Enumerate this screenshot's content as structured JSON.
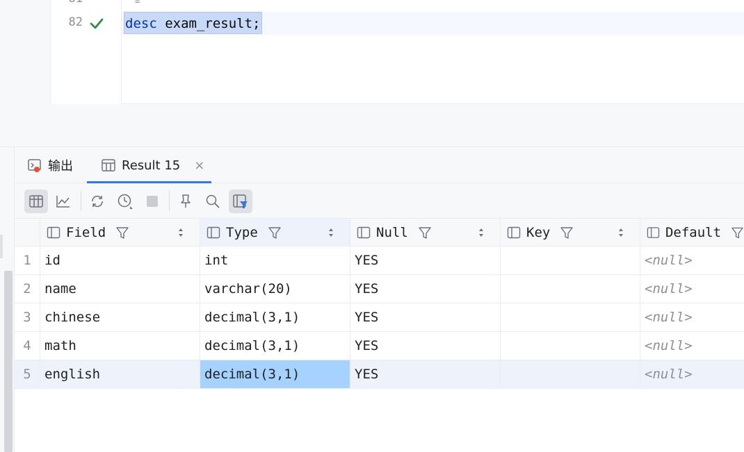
{
  "editor": {
    "prev_line_number": "81",
    "current_line_number": "82",
    "code_keyword": "desc",
    "code_rest": " exam_result;"
  },
  "tabs": [
    {
      "label": "输出",
      "icon": "console-output-icon"
    },
    {
      "label": "Result 15",
      "icon": "table-grid-icon",
      "closable": true,
      "close_label": "×"
    }
  ],
  "toolbar": {
    "buttons": [
      "table-view-icon",
      "chart-view-icon",
      "refresh-icon",
      "history-icon",
      "stop-icon",
      "pin-icon",
      "search-icon",
      "filter-panel-icon"
    ]
  },
  "table": {
    "columns": [
      "Field",
      "Type",
      "Null",
      "Key",
      "Default"
    ],
    "rows": [
      {
        "n": "1",
        "field": "id",
        "type": "int",
        "null": "YES",
        "key": "",
        "default": "<null>"
      },
      {
        "n": "2",
        "field": "name",
        "type": "varchar(20)",
        "null": "YES",
        "key": "",
        "default": "<null>"
      },
      {
        "n": "3",
        "field": "chinese",
        "type": "decimal(3,1)",
        "null": "YES",
        "key": "",
        "default": "<null>"
      },
      {
        "n": "4",
        "field": "math",
        "type": "decimal(3,1)",
        "null": "YES",
        "key": "",
        "default": "<null>"
      },
      {
        "n": "5",
        "field": "english",
        "type": "decimal(3,1)",
        "null": "YES",
        "key": "",
        "default": "<null>"
      }
    ]
  },
  "colors": {
    "accent": "#3574f0",
    "selected_cell": "#a6d2ff",
    "code_selection": "#c9daf8",
    "keyword": "#0033b3",
    "success": "#1f8a3a"
  }
}
